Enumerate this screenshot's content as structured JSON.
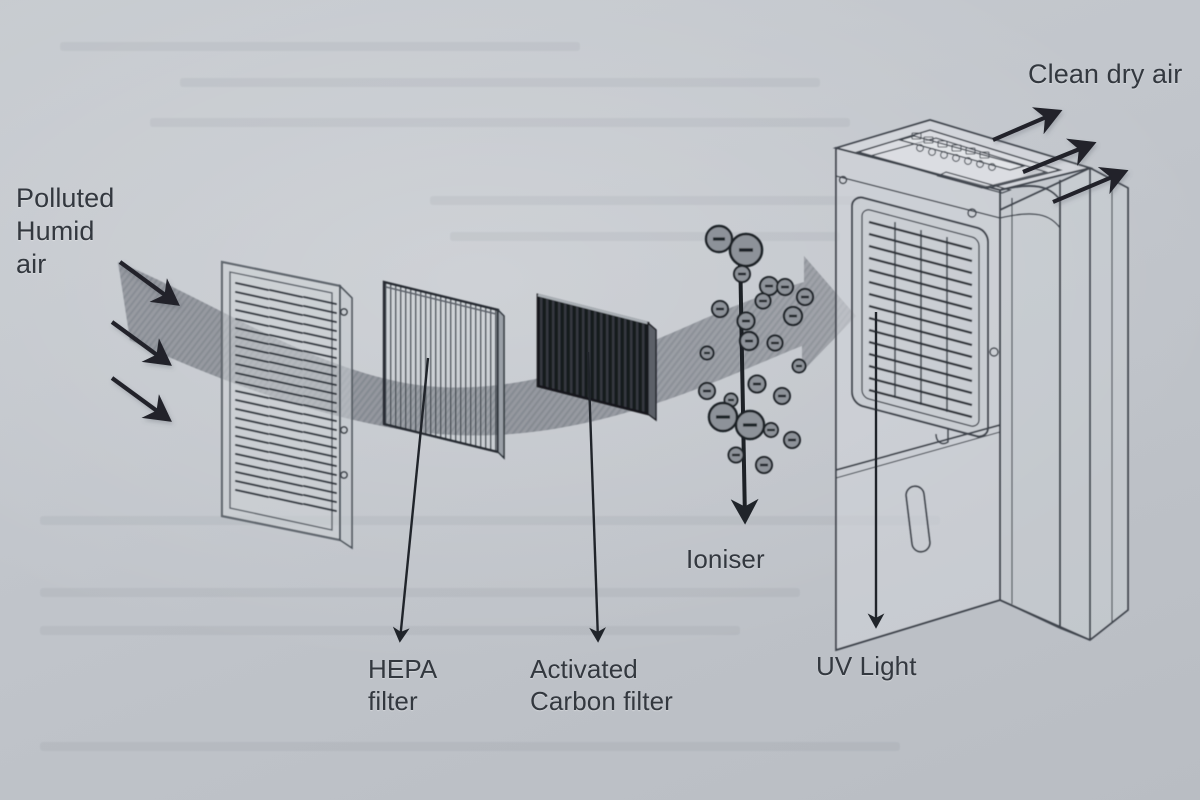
{
  "figure": {
    "type": "process-diagram",
    "subject": "Dehumidifier air purification stages",
    "background_color": "#c2c6cb",
    "ink_color": "#2b3037",
    "airflow_band_color": "#8d9299"
  },
  "labels": {
    "inlet": "Polluted\nHumid\nair",
    "outlet": "Clean dry air",
    "hepa": "HEPA\nfilter",
    "carbon": "Activated\nCarbon filter",
    "ioniser": "Ioniser",
    "uv_light": "UV Light"
  },
  "stages": [
    {
      "id": "prefilter-grille",
      "label": "",
      "order": 1
    },
    {
      "id": "hepa-filter",
      "label": "HEPA\nfilter",
      "order": 2
    },
    {
      "id": "carbon-filter",
      "label": "Activated\nCarbon filter",
      "order": 3
    },
    {
      "id": "ioniser",
      "label": "Ioniser",
      "order": 4
    },
    {
      "id": "uv-light",
      "label": "UV Light",
      "order": 5
    }
  ],
  "arrows": {
    "inlet_count": 3,
    "outlet_count": 3,
    "pointer_count": 4
  },
  "ioniser_particles": {
    "symbol": "−",
    "count": 24,
    "description": "negative ions emitted around the ioniser electrode"
  },
  "ghost_text_rows": 9
}
